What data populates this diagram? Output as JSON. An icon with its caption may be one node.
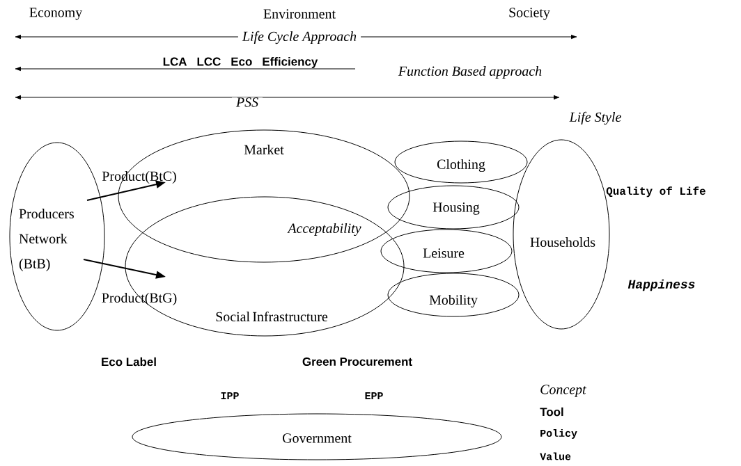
{
  "diagram": {
    "nodes": [
      {
        "text": [
          "Producers Network (BtB)"
        ]
      },
      {
        "text": [
          "Market"
        ]
      },
      {
        "text": [
          "Social Infrastructure"
        ]
      },
      {
        "text": [
          "Clothing"
        ]
      },
      {
        "text": [
          "Housing"
        ]
      },
      {
        "text": [
          "Leisure"
        ]
      },
      {
        "text": [
          "Mobility"
        ]
      },
      {
        "text": [
          "Households"
        ]
      },
      {
        "text": [
          "Government"
        ]
      }
    ],
    "edges": [
      {
        "from": 0,
        "to": 1,
        "arrow": "to",
        "label": "Product(BtC)"
      },
      {
        "from": 0,
        "to": 2,
        "arrow": "to",
        "label": "Product(BtG)"
      }
    ],
    "labels": [
      "Economy",
      "Environment",
      "Society",
      "Life Cycle Approach",
      "LCA LCC Eco Efficiency",
      "Function Based approach",
      "PSS",
      "Life Style",
      "Acceptability",
      "Quality of Life",
      "Happiness",
      "Eco Label",
      "Green Procurement",
      "IPP",
      "EPP",
      "Concept",
      "Tool",
      "Policy",
      "Value"
    ]
  }
}
